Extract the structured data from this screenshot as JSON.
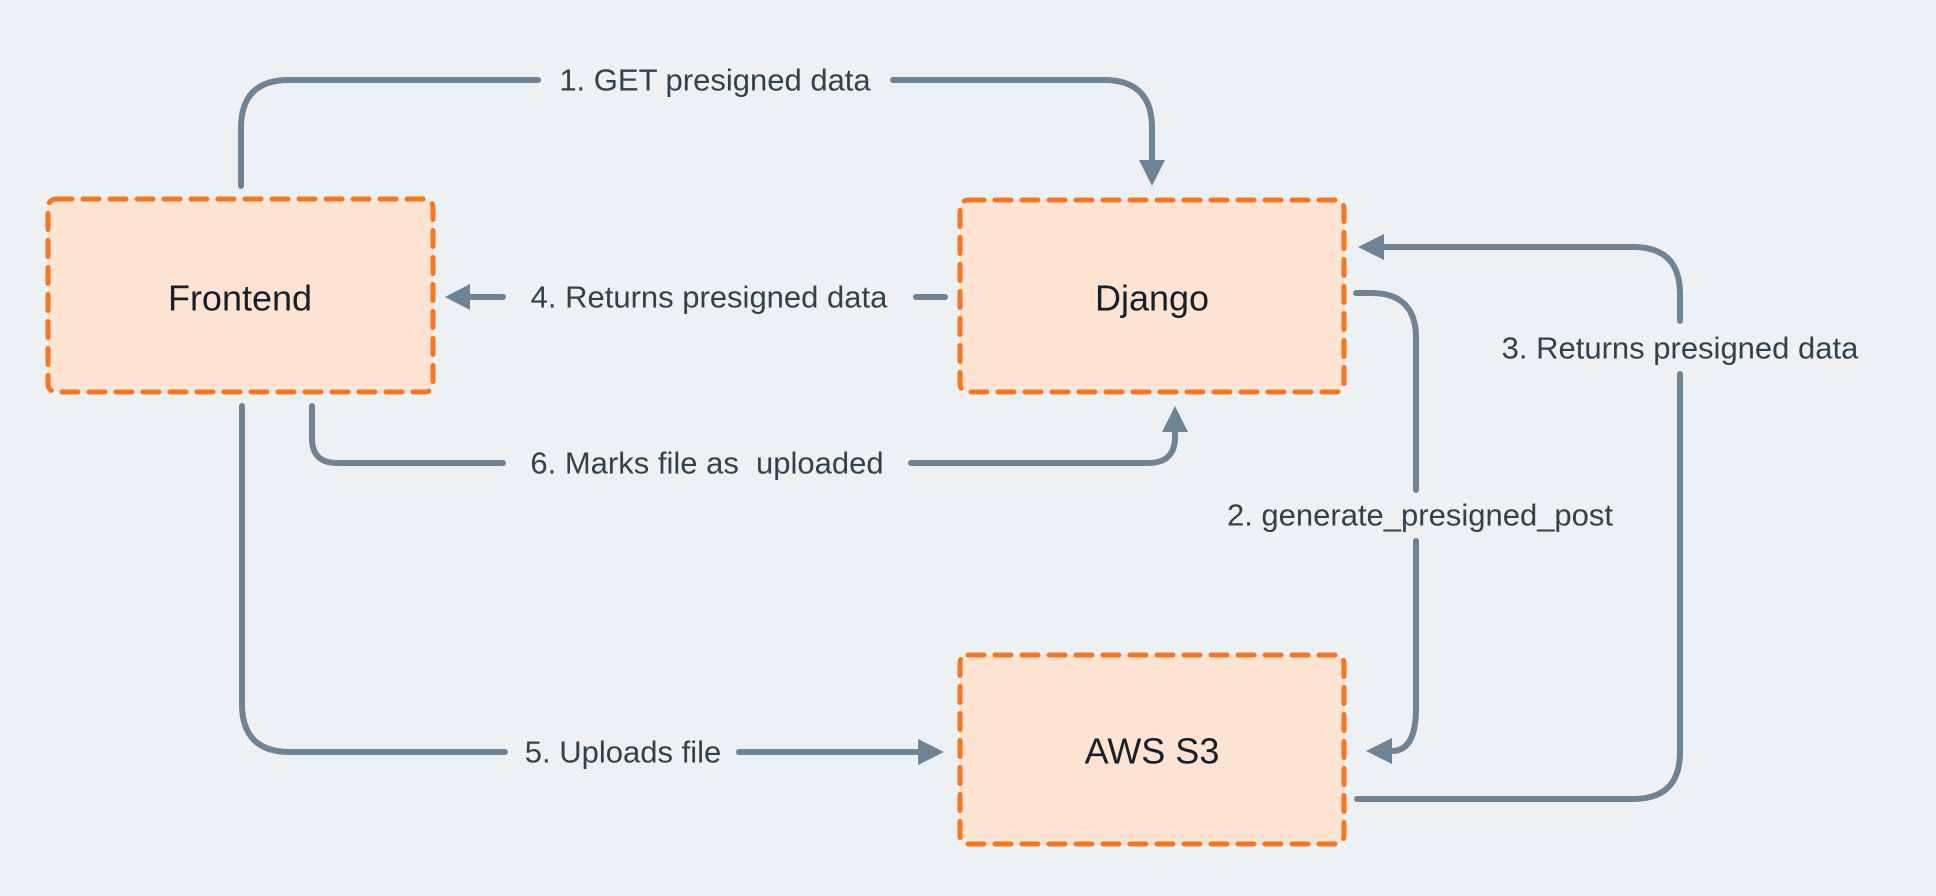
{
  "diagram": {
    "kind": "flow-diagram",
    "nodes": [
      {
        "id": "frontend",
        "label": "Frontend"
      },
      {
        "id": "django",
        "label": "Django"
      },
      {
        "id": "aws-s3",
        "label": "AWS S3"
      }
    ],
    "edges": [
      {
        "id": "1",
        "label": "1. GET presigned data",
        "from": "frontend",
        "to": "django"
      },
      {
        "id": "2",
        "label": "2. generate_presigned_post",
        "from": "django",
        "to": "aws-s3"
      },
      {
        "id": "3",
        "label": "3. Returns presigned data",
        "from": "aws-s3",
        "to": "django"
      },
      {
        "id": "4",
        "label": "4. Returns presigned data",
        "from": "django",
        "to": "frontend"
      },
      {
        "id": "5",
        "label": "5. Uploads file",
        "from": "frontend",
        "to": "aws-s3"
      },
      {
        "id": "6",
        "label": "6. Marks file as  uploaded",
        "from": "frontend",
        "to": "django"
      }
    ],
    "colors": {
      "bg": "#edf1f4",
      "node-fill": "#fce3d2",
      "node-border": "#f5761e",
      "line": "#6e8393",
      "edge-text": "#31414d",
      "node-text": "#15202a"
    }
  }
}
